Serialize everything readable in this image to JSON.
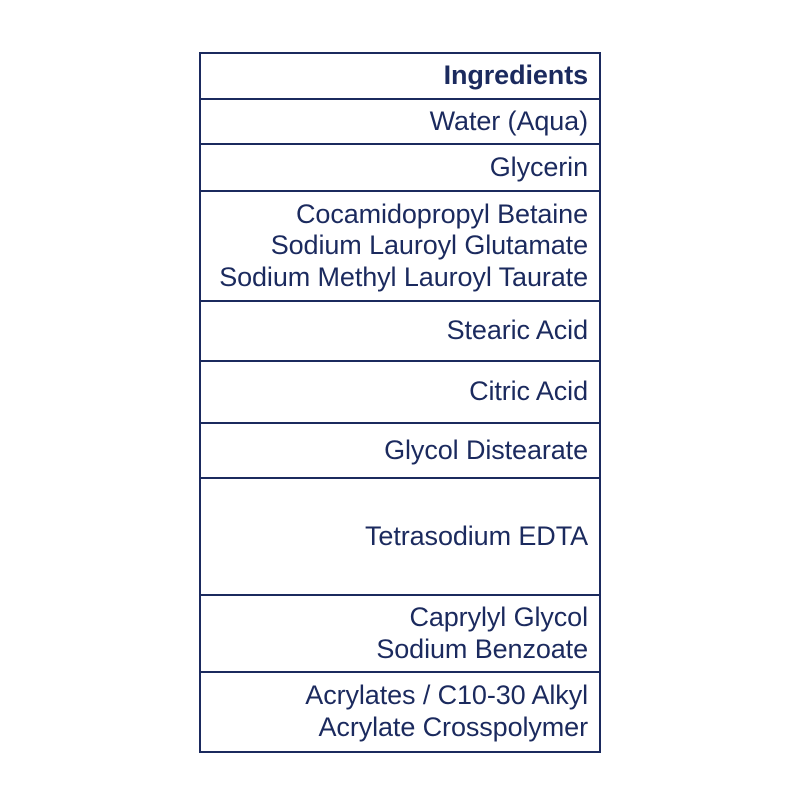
{
  "label": {
    "panel_name": "ingredients-list-panel",
    "colors": {
      "border": "#1b2a5e",
      "text": "#1b2a5e",
      "background": "#ffffff"
    },
    "header": {
      "title": "Ingredients"
    },
    "rows": [
      {
        "text": "Water (Aqua)"
      },
      {
        "text": "Glycerin"
      },
      {
        "text": "Cocamidopropyl Betaine\nSodium Lauroyl Glutamate\nSodium Methyl Lauroyl Taurate"
      },
      {
        "text": "Stearic Acid"
      },
      {
        "text": "Citric Acid"
      },
      {
        "text": "Glycol Distearate"
      },
      {
        "text": "Tetrasodium EDTA"
      },
      {
        "text": "Caprylyl Glycol\nSodium Benzoate"
      },
      {
        "text": "Acrylates / C10-30 Alkyl\nAcrylate Crosspolymer"
      }
    ]
  }
}
